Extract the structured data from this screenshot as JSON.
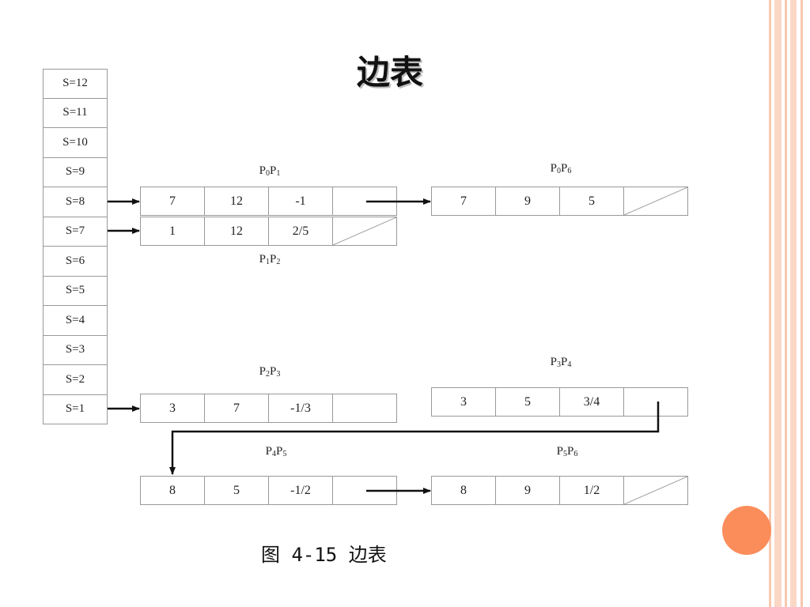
{
  "slide": {
    "title": "边表",
    "caption": "图 4-15 边表",
    "accent_color": "#fb8d5b",
    "border_stripe_color": "#f9c7b0"
  },
  "scanlines": [
    "S=12",
    "S=11",
    "S=10",
    "S=9",
    "S=8",
    "S=7",
    "S=6",
    "S=5",
    "S=4",
    "S=3",
    "S=2",
    "S=1"
  ],
  "edges": {
    "p0p1": {
      "label": "P",
      "s1": "0",
      "mid": "P",
      "s2": "1",
      "values": [
        "7",
        "12",
        "-1"
      ]
    },
    "p0p6": {
      "label": "P",
      "s1": "0",
      "mid": "P",
      "s2": "6",
      "values": [
        "7",
        "9",
        "5"
      ]
    },
    "p1p2": {
      "label": "P",
      "s1": "1",
      "mid": "P",
      "s2": "2",
      "values": [
        "1",
        "12",
        "2/5"
      ]
    },
    "p2p3": {
      "label": "P",
      "s1": "2",
      "mid": "P",
      "s2": "3",
      "values": [
        "3",
        "7",
        "-1/3"
      ]
    },
    "p3p4": {
      "label": "P",
      "s1": "3",
      "mid": "P",
      "s2": "4",
      "values": [
        "3",
        "5",
        "3/4"
      ]
    },
    "p4p5": {
      "label": "P",
      "s1": "4",
      "mid": "P",
      "s2": "5",
      "values": [
        "8",
        "5",
        "-1/2"
      ]
    },
    "p5p6": {
      "label": "P",
      "s1": "5",
      "mid": "P",
      "s2": "6",
      "values": [
        "8",
        "9",
        "1/2"
      ]
    }
  }
}
